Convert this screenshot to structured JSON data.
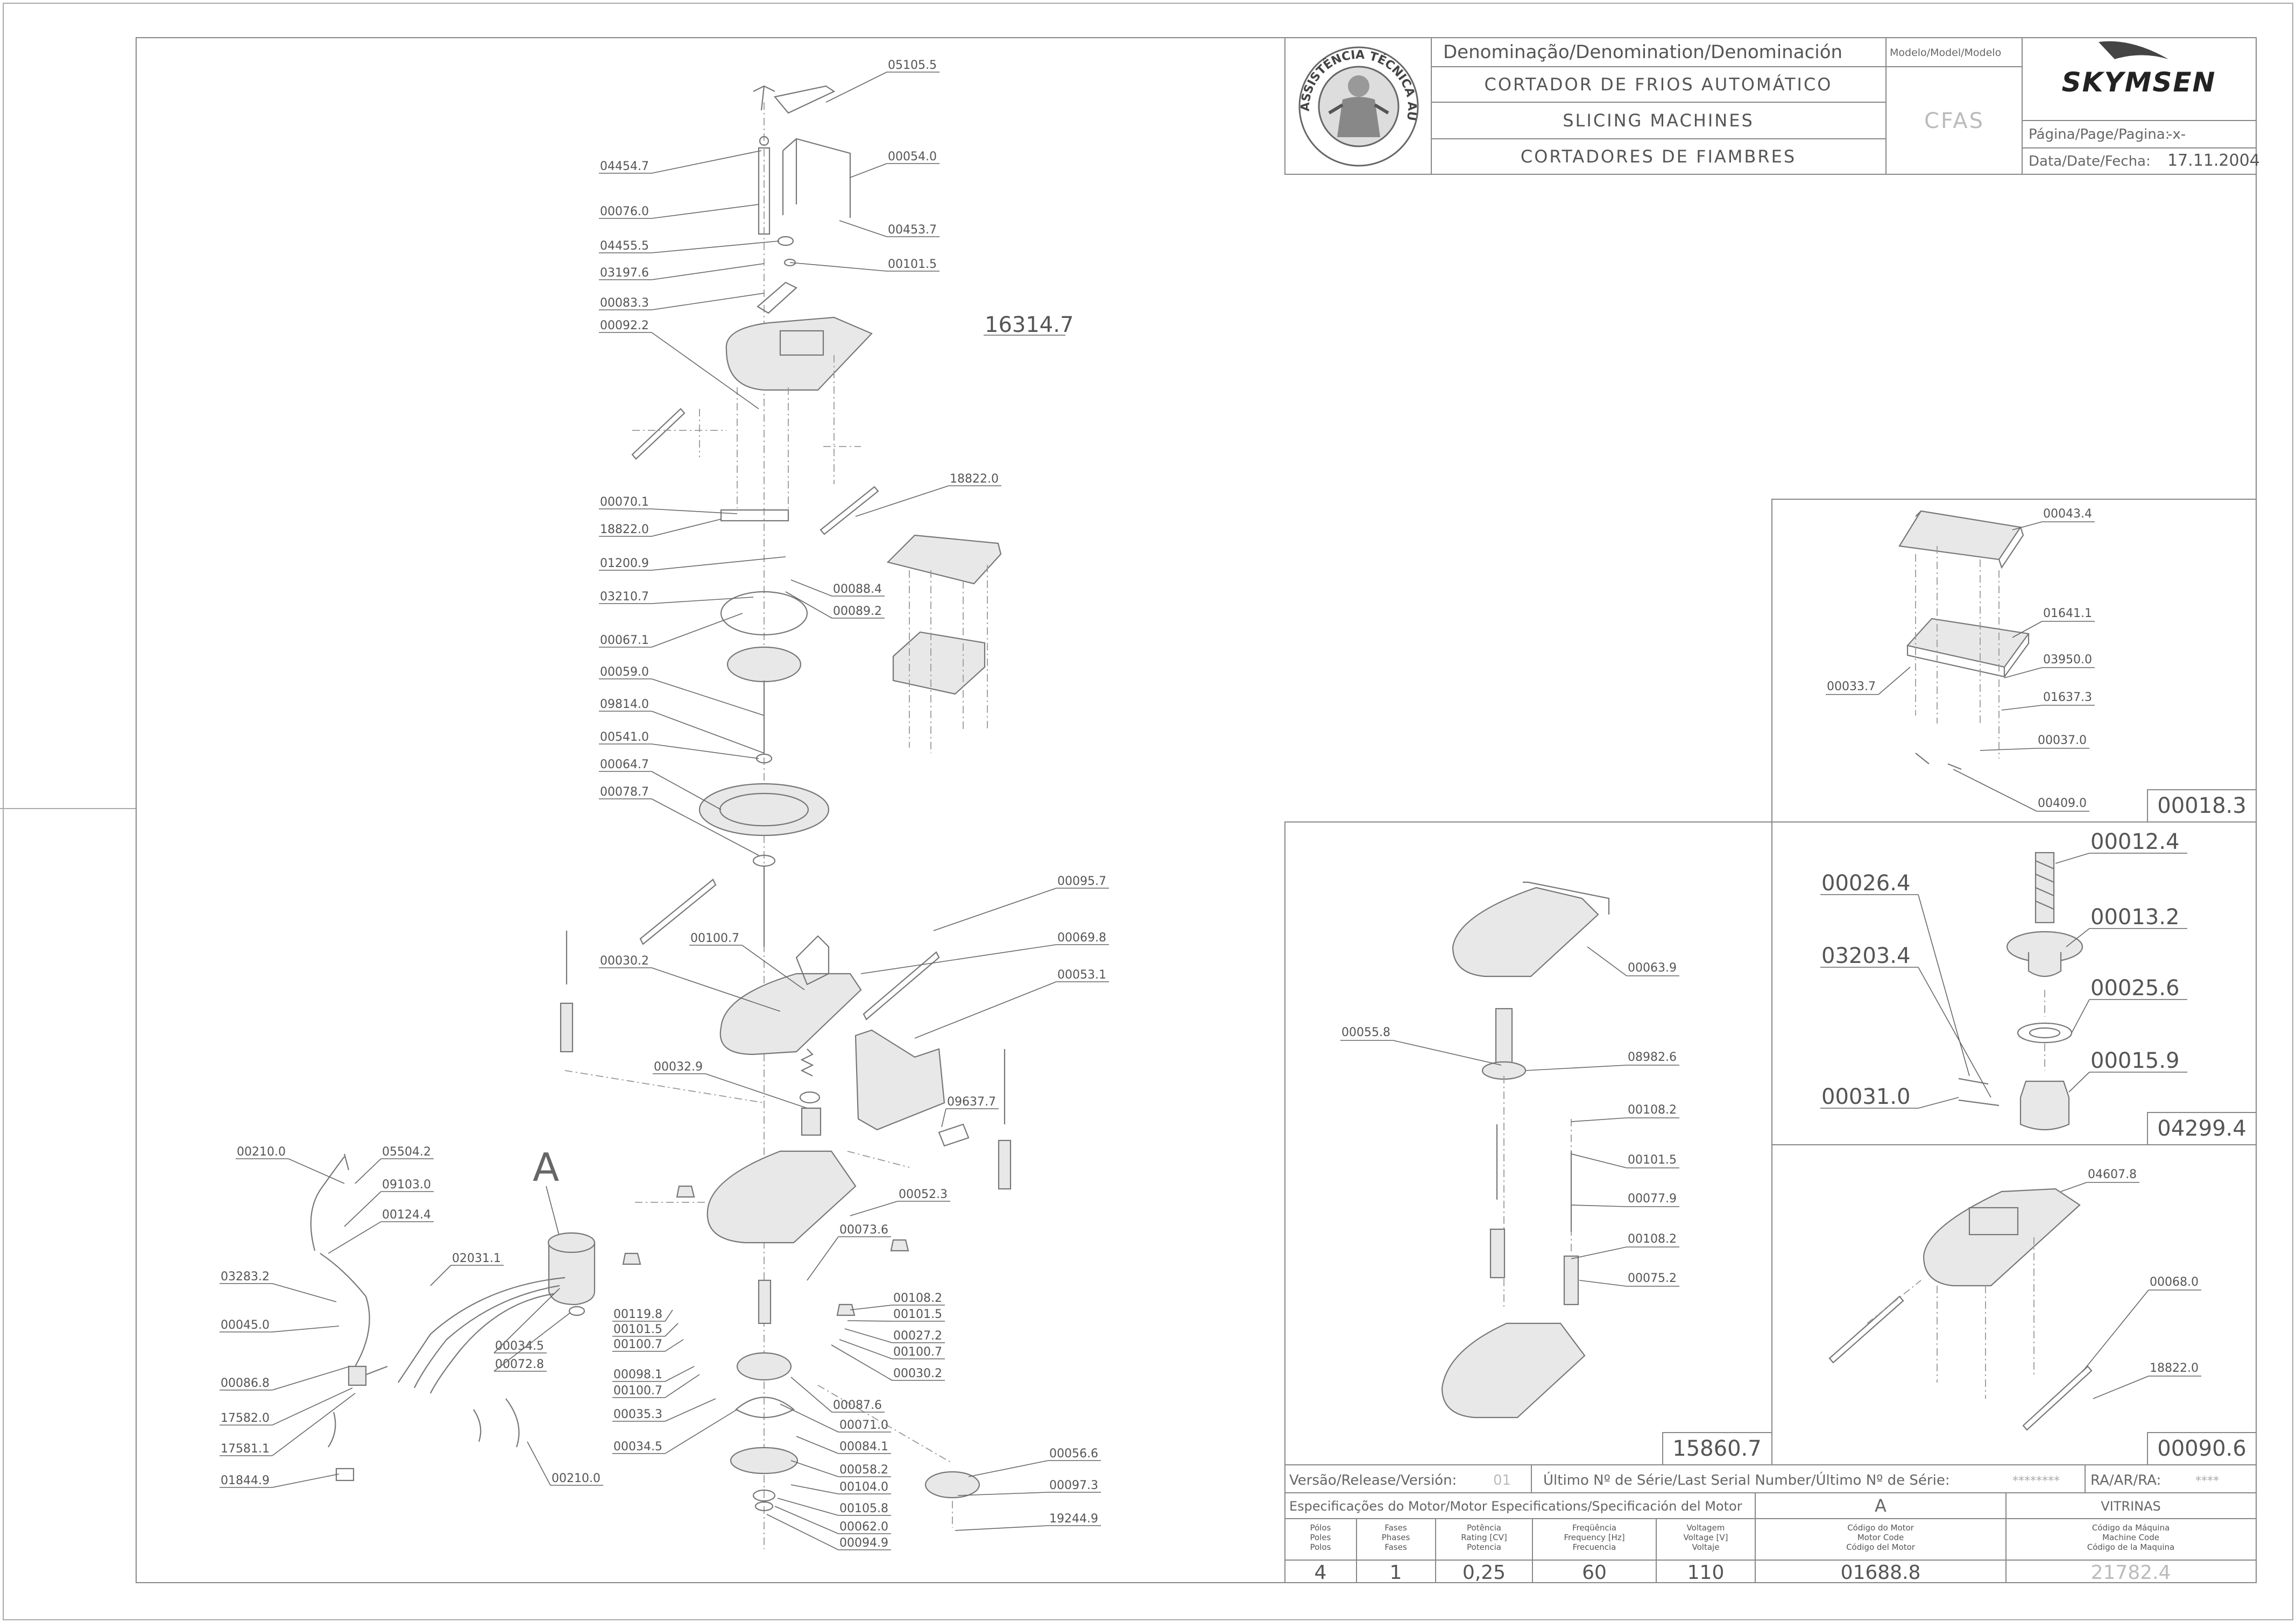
{
  "title_block": {
    "denomination_header": "Denominação/Denomination/Denominación",
    "model_header": "Modelo/Model/Modelo",
    "name_pt": "CORTADOR DE FRIOS AUTOMÁTICO",
    "name_en": "SLICING MACHINES",
    "name_es": "CORTADORES DE FIAMBRES",
    "model": "CFAS",
    "page_label": "Página/Page/Pagina:",
    "page_value": "-x-",
    "date_label": "Data/Date/Fecha:",
    "date_value": "17.11.2004",
    "brand": "SKYMSEN",
    "seal_text": "ASSISTÊNCIA TÉCNICA AUTORIZADA"
  },
  "bottom_block": {
    "release_label": "Versão/Release/Versión:",
    "release_value": "01",
    "serial_label": "Último Nº de Série/Last Serial Number/Último Nº de Série:",
    "serial_value": "********",
    "ra_label": "RA/AR/RA:",
    "ra_value": "****",
    "motor_spec_label": "Especificações do Motor/Motor Especifications/Specificación del Motor",
    "motor_letter": "A",
    "vitrinas": "VITRINAS",
    "columns": [
      {
        "h": [
          "Pólos",
          "Poles",
          "Polos"
        ],
        "value": "4"
      },
      {
        "h": [
          "Fases",
          "Phases",
          "Fases"
        ],
        "value": "1"
      },
      {
        "h": [
          "Potência",
          "Rating [CV]",
          "Potencia"
        ],
        "value": "0,25"
      },
      {
        "h": [
          "Freqüência",
          "Frequency [Hz]",
          "Frecuencia"
        ],
        "value": "60"
      },
      {
        "h": [
          "Voltagem",
          "Voltage [V]",
          "Voltaje"
        ],
        "value": "110"
      },
      {
        "h": [
          "Código do Motor",
          "Motor Code",
          "Código del Motor"
        ],
        "value": "01688.8"
      },
      {
        "h": [
          "Código da Máquina",
          "Machine Code",
          "Código de la Maquina"
        ],
        "value": "21782.4"
      }
    ]
  },
  "main_labels": [
    {
      "text": "05105.5",
      "side": "r"
    },
    {
      "text": "04454.7",
      "side": "l"
    },
    {
      "text": "00054.0",
      "side": "r"
    },
    {
      "text": "00076.0",
      "side": "l"
    },
    {
      "text": "00453.7",
      "side": "r"
    },
    {
      "text": "04455.5",
      "side": "l"
    },
    {
      "text": "00101.5",
      "side": "r"
    },
    {
      "text": "03197.6",
      "side": "l"
    },
    {
      "text": "00083.3",
      "side": "l"
    },
    {
      "text": "00092.2",
      "side": "l"
    },
    {
      "text": "16314.7",
      "side": "r"
    },
    {
      "text": "18822.0",
      "side": "r"
    },
    {
      "text": "00070.1",
      "side": "l"
    },
    {
      "text": "18822.0",
      "side": "l"
    },
    {
      "text": "01200.9",
      "side": "l"
    },
    {
      "text": "00088.4",
      "side": "r"
    },
    {
      "text": "03210.7",
      "side": "l"
    },
    {
      "text": "00089.2",
      "side": "r"
    },
    {
      "text": "00067.1",
      "side": "l"
    },
    {
      "text": "00059.0",
      "side": "l"
    },
    {
      "text": "09814.0",
      "side": "l"
    },
    {
      "text": "00541.0",
      "side": "l"
    },
    {
      "text": "00064.7",
      "side": "l"
    },
    {
      "text": "00078.7",
      "side": "l"
    },
    {
      "text": "00095.7",
      "side": "r"
    },
    {
      "text": "00069.8",
      "side": "r"
    },
    {
      "text": "00100.7",
      "side": "l"
    },
    {
      "text": "00030.2",
      "side": "l"
    },
    {
      "text": "00053.1",
      "side": "r"
    },
    {
      "text": "00032.9",
      "side": "l"
    },
    {
      "text": "09637.7",
      "side": "r"
    },
    {
      "text": "00052.3",
      "side": "r"
    },
    {
      "text": "00073.6",
      "side": "r"
    },
    {
      "text": "00108.2",
      "side": "r"
    },
    {
      "text": "00101.5",
      "side": "r"
    },
    {
      "text": "00027.2",
      "side": "r"
    },
    {
      "text": "00100.7",
      "side": "r"
    },
    {
      "text": "00030.2",
      "side": "r"
    },
    {
      "text": "00119.8",
      "side": "l"
    },
    {
      "text": "00101.5",
      "side": "l"
    },
    {
      "text": "00100.7",
      "side": "l"
    },
    {
      "text": "00098.1",
      "side": "l"
    },
    {
      "text": "00100.7",
      "side": "l"
    },
    {
      "text": "00035.3",
      "side": "l"
    },
    {
      "text": "00087.6",
      "side": "r"
    },
    {
      "text": "00071.0",
      "side": "r"
    },
    {
      "text": "00034.5",
      "side": "l"
    },
    {
      "text": "00084.1",
      "side": "r"
    },
    {
      "text": "00058.2",
      "side": "r"
    },
    {
      "text": "00104.0",
      "side": "r"
    },
    {
      "text": "00105.8",
      "side": "r"
    },
    {
      "text": "00062.0",
      "side": "r"
    },
    {
      "text": "00094.9",
      "side": "r"
    },
    {
      "text": "00056.6",
      "side": "r"
    },
    {
      "text": "00097.3",
      "side": "r"
    },
    {
      "text": "19244.9",
      "side": "r"
    },
    {
      "text": "00210.0",
      "side": "l"
    },
    {
      "text": "05504.2",
      "side": "r"
    },
    {
      "text": "09103.0",
      "side": "r"
    },
    {
      "text": "00124.4",
      "side": "r"
    },
    {
      "text": "02031.1",
      "side": "r"
    },
    {
      "text": "03283.2",
      "side": "l"
    },
    {
      "text": "00045.0",
      "side": "l"
    },
    {
      "text": "00034.5",
      "side": "r"
    },
    {
      "text": "00072.8",
      "side": "r"
    },
    {
      "text": "00086.8",
      "side": "l"
    },
    {
      "text": "17582.0",
      "side": "l"
    },
    {
      "text": "17581.1",
      "side": "l"
    },
    {
      "text": "01844.9",
      "side": "l"
    },
    {
      "text": "00210.0",
      "side": "r"
    }
  ],
  "detail_A_letter": "A",
  "box_18_3": {
    "code": "00018.3",
    "labels": [
      "00043.4",
      "01641.1",
      "00033.7",
      "03950.0",
      "01637.3",
      "00037.0",
      "00409.0"
    ]
  },
  "box_4299_4": {
    "code": "04299.4",
    "labels": [
      "00012.4",
      "00026.4",
      "00013.2",
      "03203.4",
      "00025.6",
      "00015.9",
      "00031.0"
    ]
  },
  "box_15860_7": {
    "code": "15860.7",
    "labels": [
      "00063.9",
      "00055.8",
      "08982.6",
      "00108.2",
      "00101.5",
      "00077.9",
      "00108.2",
      "00075.2"
    ]
  },
  "box_90_6": {
    "code": "00090.6",
    "labels": [
      "04607.8",
      "00068.0",
      "18822.0"
    ]
  },
  "icons": [
    "technician-seal-icon",
    "brand-logo"
  ]
}
